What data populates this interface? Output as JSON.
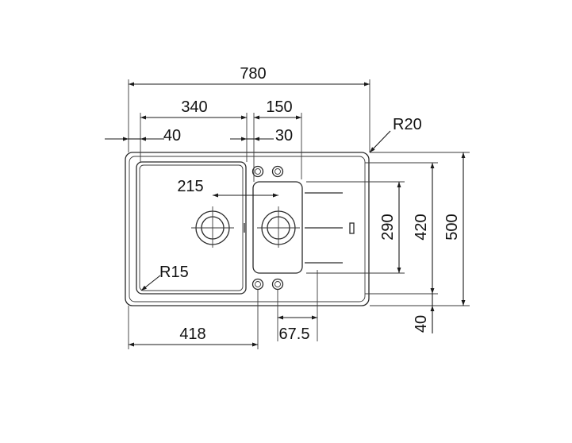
{
  "diagram": {
    "labels": {
      "total_width": "780",
      "bowl_width": "340",
      "drainer_width": "150",
      "left_offset": "40",
      "bowl_gap": "30",
      "outer_radius": "R20",
      "main_drain_offset": "215",
      "small_bowl_height": "290",
      "bowl_height": "420",
      "total_depth": "500",
      "bowl_radius": "R15",
      "front_margin": "40",
      "main_bowl_center": "418",
      "small_bowl_center": "67.5"
    }
  }
}
